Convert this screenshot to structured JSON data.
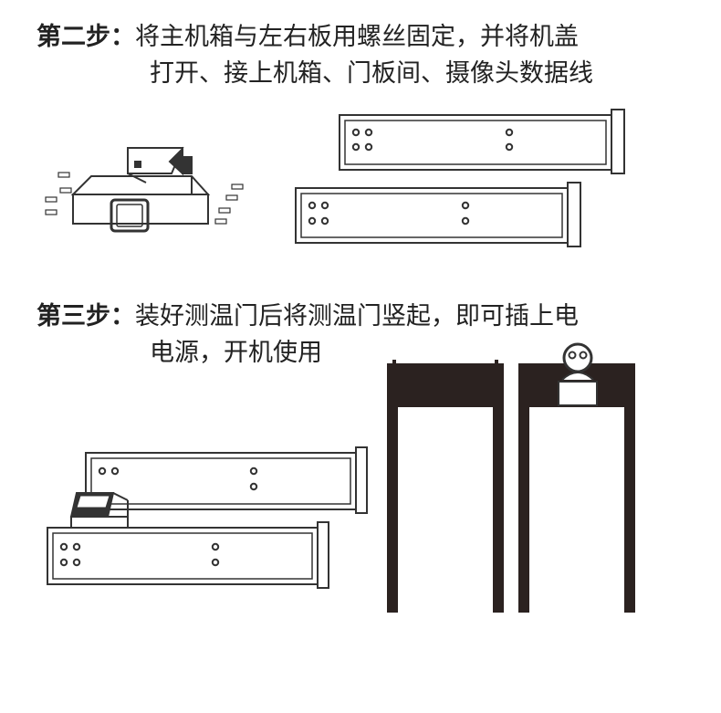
{
  "step2": {
    "label": "第二步：",
    "line1": "将主机箱与左右板用螺丝固定，并将机盖",
    "line2": "打开、接上机箱、门板间、摄像头数据线"
  },
  "step3": {
    "label": "第三步：",
    "line1": "装好测温门后将测温门竖起，即可插上电",
    "line2": "电源，开机使用"
  },
  "colors": {
    "stroke": "#333333",
    "pillar": "#2b2220",
    "text": "#222222"
  }
}
